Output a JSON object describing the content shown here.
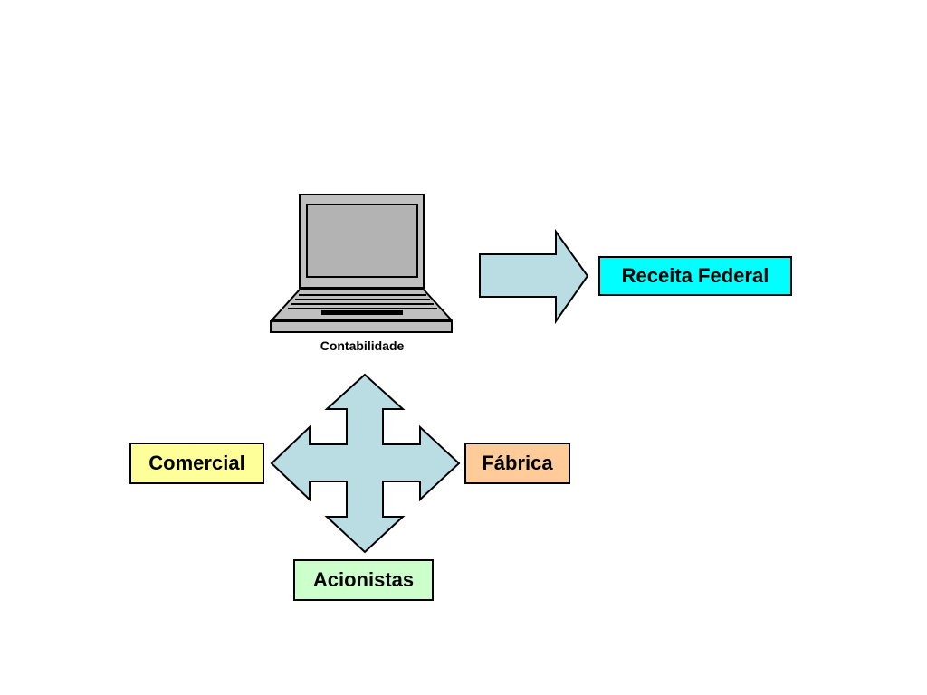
{
  "laptop": {
    "icon": "laptop-icon",
    "caption": "Contabilidade",
    "body_color": "#c0c0c0",
    "screen_color": "#b3b3b3"
  },
  "right_arrow": {
    "icon": "right-block-arrow-icon",
    "fill_color": "#b9dde3"
  },
  "cross_arrow": {
    "icon": "four-way-arrow-icon",
    "fill_color": "#b9dde3"
  },
  "nodes": {
    "receita": {
      "label": "Receita Federal",
      "color": "#00ffff"
    },
    "comercial": {
      "label": "Comercial",
      "color": "#ffff99"
    },
    "fabrica": {
      "label": "Fábrica",
      "color": "#ffcc99"
    },
    "acionistas": {
      "label": "Acionistas",
      "color": "#ccffcc"
    }
  }
}
